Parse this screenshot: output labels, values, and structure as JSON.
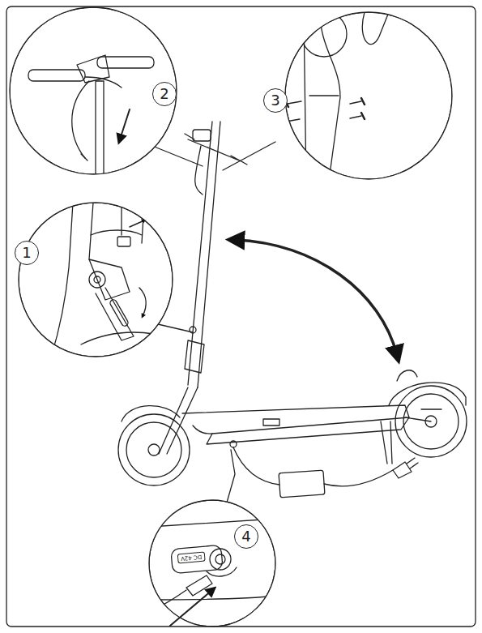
{
  "diagram": {
    "nodes": [
      {
        "text": [
          "2"
        ]
      },
      {
        "text": [
          "3"
        ]
      },
      {
        "text": [
          "1"
        ]
      },
      {
        "text": [
          "4"
        ]
      }
    ],
    "labels": [
      "DC 42V"
    ]
  }
}
